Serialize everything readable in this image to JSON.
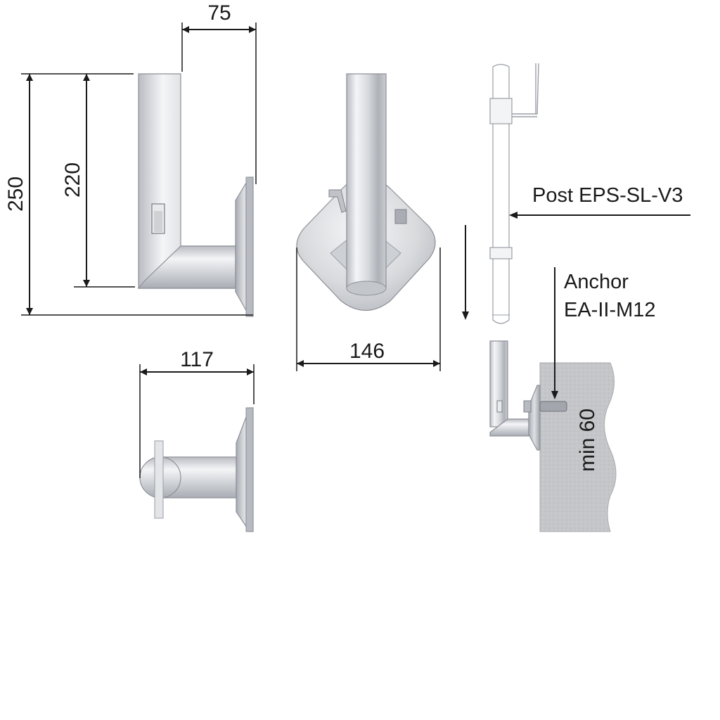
{
  "dimensions": {
    "top_width": "75",
    "total_height": "250",
    "tube_height": "220",
    "plate_width": "146",
    "side_depth": "117",
    "min_embed": "min 60"
  },
  "labels": {
    "post_line1": "Post EPS-SL-V3",
    "anchor_line1": "Anchor",
    "anchor_line2": "EA-II-M12"
  },
  "colors": {
    "metal_light": "#f2f3f5",
    "metal_mid": "#c9ccd1",
    "metal_dark": "#9a9ea5",
    "concrete": "#c4c6c9",
    "line": "#1a1a1a"
  }
}
